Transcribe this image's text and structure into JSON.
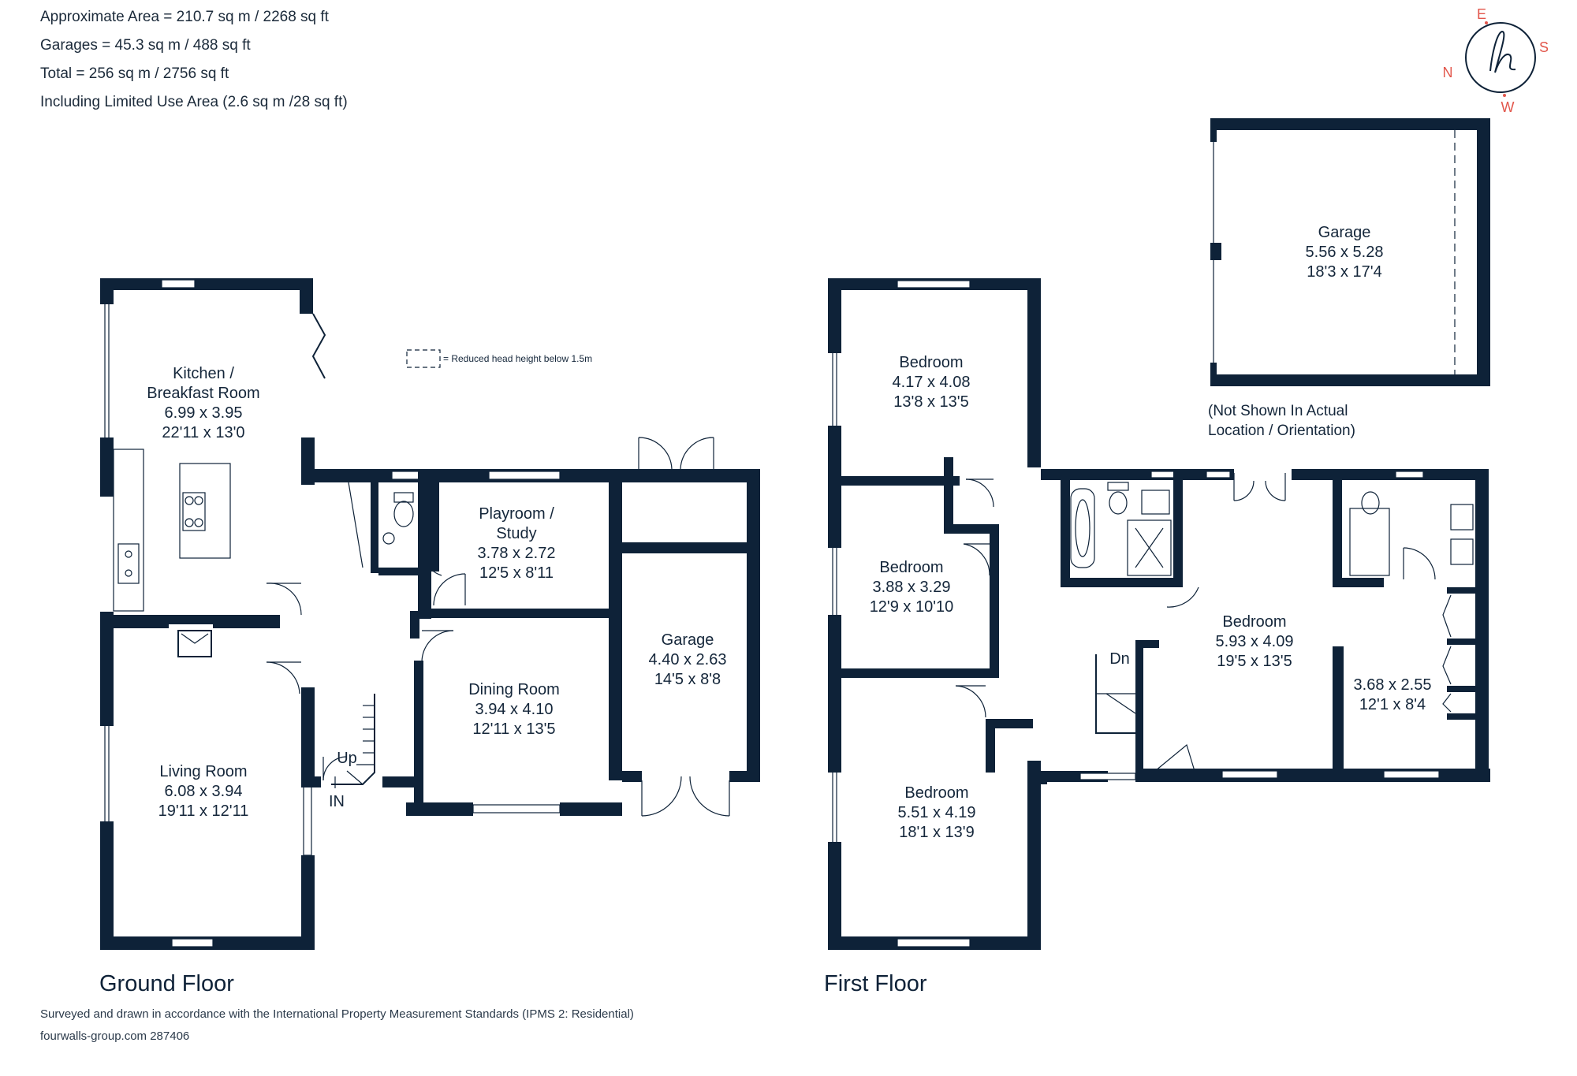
{
  "summary": {
    "line1": "Approximate Area = 210.7 sq m / 2268 sq ft",
    "line2": "Garages = 45.3 sq m / 488 sq ft",
    "line3": "Total = 256 sq m / 2756 sq ft",
    "line4": "Including Limited Use Area (2.6 sq m /28 sq ft)"
  },
  "legend": {
    "reduced_height": "= Reduced head height below 1.5m"
  },
  "compass": {
    "e": "E",
    "s": "S",
    "n": "N",
    "w": "W",
    "logo": "h"
  },
  "ground_floor": {
    "label": "Ground Floor",
    "kitchen": {
      "name1": "Kitchen /",
      "name2": "Breakfast Room",
      "metric": "6.99 x 3.95",
      "imperial": "22'11 x 13'0"
    },
    "playroom": {
      "name1": "Playroom /",
      "name2": "Study",
      "metric": "3.78 x 2.72",
      "imperial": "12'5 x 8'11"
    },
    "garage": {
      "name": "Garage",
      "metric": "4.40 x 2.63",
      "imperial": "14'5 x 8'8"
    },
    "dining": {
      "name": "Dining Room",
      "metric": "3.94 x 4.10",
      "imperial": "12'11 x 13'5"
    },
    "living": {
      "name": "Living Room",
      "metric": "6.08 x 3.94",
      "imperial": "19'11 x 12'11"
    },
    "up": "Up",
    "in": "IN"
  },
  "first_floor": {
    "label": "First Floor",
    "bed1": {
      "name": "Bedroom",
      "metric": "4.17 x 4.08",
      "imperial": "13'8 x 13'5"
    },
    "bed2": {
      "name": "Bedroom",
      "metric": "3.88 x 3.29",
      "imperial": "12'9 x 10'10"
    },
    "bed3": {
      "name": "Bedroom",
      "metric": "5.51 x 4.19",
      "imperial": "18'1 x 13'9"
    },
    "bed4": {
      "name": "Bedroom",
      "metric": "5.93 x 4.09",
      "imperial": "19'5 x 13'5"
    },
    "room5": {
      "metric": "3.68 x 2.55",
      "imperial": "12'1 x 8'4"
    },
    "dn": "Dn"
  },
  "detached_garage": {
    "name": "Garage",
    "metric": "5.56 x 5.28",
    "imperial": "18'3 x 17'4",
    "note1": "(Not Shown In Actual",
    "note2": "Location / Orientation)"
  },
  "footer": {
    "line1": "Surveyed and drawn in accordance with the International Property Measurement Standards (IPMS 2: Residential)",
    "line2": "fourwalls-group.com 287406"
  },
  "colors": {
    "wall": "#0e2238",
    "compass": "#e2574c"
  }
}
